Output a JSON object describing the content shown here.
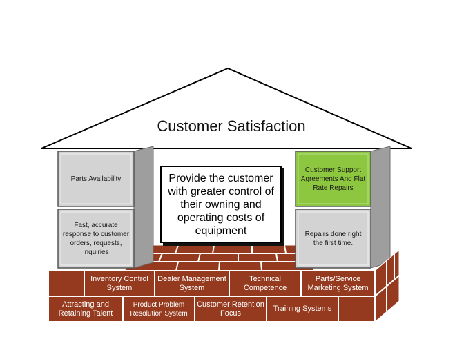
{
  "roof": {
    "title": "Customer Satisfaction"
  },
  "center_message": "Provide the customer with greater control of their owning and operating costs of equipment",
  "left_pillar": {
    "upper": "Parts Availability",
    "lower": "Fast, accurate response to customer orders, requests, inquiries"
  },
  "right_pillar": {
    "upper": "Customer Support Agreements And Flat Rate Repairs",
    "lower": "Repairs done right the first time."
  },
  "foundation_row1": [
    "Inventory Control System",
    "Dealer Management System",
    "Technical Competence",
    "Parts/Service Marketing System"
  ],
  "foundation_row2": [
    "Attracting and Retaining Talent",
    "Product Problem Resolution System",
    "Customer Retention Focus",
    "Training Systems"
  ],
  "colors": {
    "brick": "#953a1e",
    "pillar": "#d3d3d3",
    "pillar_side": "#9e9e9e",
    "highlight": "#8dc63f"
  }
}
